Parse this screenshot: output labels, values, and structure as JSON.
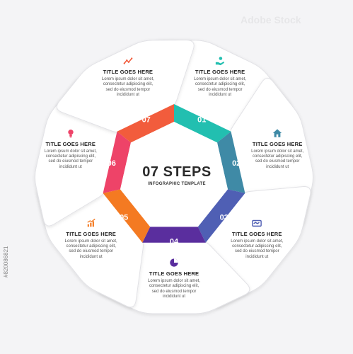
{
  "center": {
    "title": "07 STEPS",
    "subtitle": "INFOGRAPHIC TEMPLATE"
  },
  "steps": [
    {
      "number": "01",
      "color": "#22bfb0",
      "title": "TITLE GOES HERE",
      "body": [
        "Lorem ipsum dolor sit amet,",
        "consectetur adipiscing elit,",
        "sed do eiusmod tempor",
        "incididunt ut"
      ],
      "icon": "hand-coin-icon"
    },
    {
      "number": "02",
      "color": "#3f8aa6",
      "title": "TITLE GOES HERE",
      "body": [
        "Lorem ipsum dolor sit amet,",
        "consectetur adipiscing elit,",
        "sed do eiusmod tempor",
        "incididunt ut"
      ],
      "icon": "home-icon"
    },
    {
      "number": "03",
      "color": "#4f5fb4",
      "title": "TITLE GOES HERE",
      "body": [
        "Lorem ipsum dolor sit amet,",
        "consectetur adipiscing elit,",
        "sed do eiusmod tempor",
        "incididunt ut"
      ],
      "icon": "handshake-icon"
    },
    {
      "number": "04",
      "color": "#5a2e9e",
      "title": "TITLE GOES HERE",
      "body": [
        "Lorem ipsum dolor sit amet,",
        "consectetur adipiscing elit,",
        "sed do eiusmod tempor",
        "incididunt ut"
      ],
      "icon": "pie-chart-icon"
    },
    {
      "number": "05",
      "color": "#f47a22",
      "title": "TITLE GOES HERE",
      "body": [
        "Lorem ipsum dolor sit amet,",
        "consectetur adipiscing elit,",
        "sed do eiusmod tempor",
        "incididunt ut"
      ],
      "icon": "growth-chart-icon"
    },
    {
      "number": "06",
      "color": "#ee4368",
      "title": "TITLE GOES HERE",
      "body": [
        "Lorem ipsum dolor sit amet,",
        "consectetur adipiscing elit,",
        "sed do eiusmod tempor",
        "incididunt ut"
      ],
      "icon": "lightbulb-icon"
    },
    {
      "number": "07",
      "color": "#f25c3c",
      "title": "TITLE GOES HERE",
      "body": [
        "Lorem ipsum dolor sit amet,",
        "consectetur adipiscing elit,",
        "sed do eiusmod tempor",
        "incididunt ut"
      ],
      "icon": "trend-line-icon"
    }
  ],
  "watermark": {
    "brand": "Adobe Stock",
    "id": "#820086821"
  }
}
